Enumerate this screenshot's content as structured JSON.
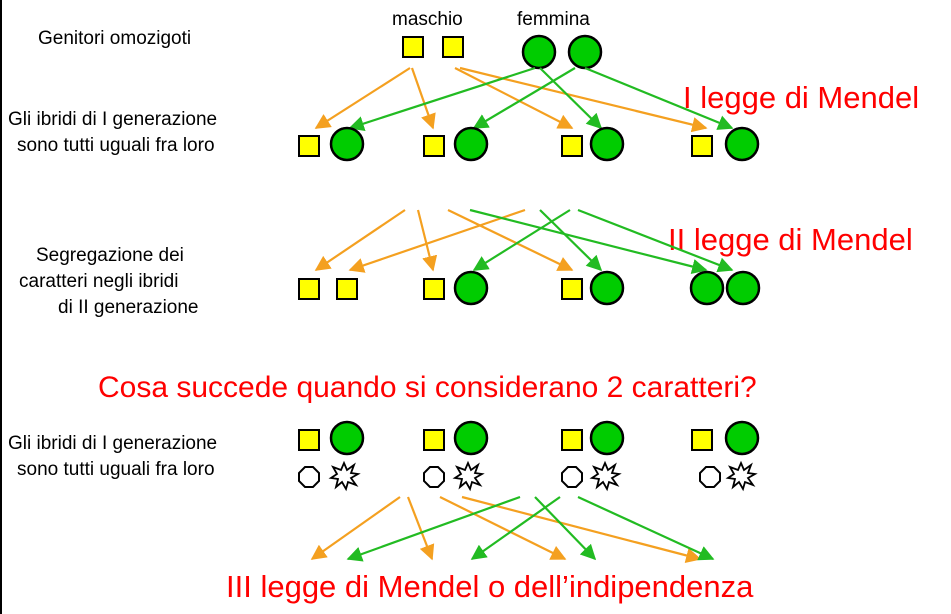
{
  "parents_label": "Genitori omozigoti",
  "male_label": "maschio",
  "female_label": "femmina",
  "f1_label": [
    "Gli ibridi di I generazione",
    "sono tutti uguali fra loro"
  ],
  "law1": "I legge di Mendel",
  "f2_label": [
    "Segregazione dei",
    "caratteri negli ibridi",
    "di II generazione"
  ],
  "law2": "II legge di Mendel",
  "question": "Cosa succede quando si considerano 2 caratteri?",
  "f1b_label": [
    "Gli ibridi di I generazione",
    "sono tutti uguali fra loro"
  ],
  "law3": "III legge di Mendel o dell’indipendenza",
  "colors": {
    "square_fill": "#ffff00",
    "circle_fill": "#00cc00",
    "orange_arrow": "#f4a020",
    "green_arrow": "#22bb22",
    "law_text": "#ff0000"
  }
}
